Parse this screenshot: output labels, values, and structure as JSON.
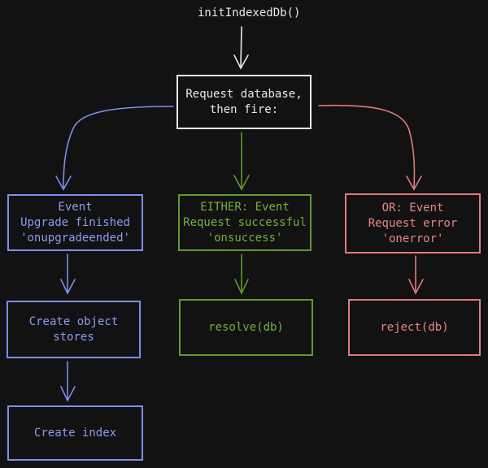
{
  "start_label": "initIndexedDb()",
  "nodes": {
    "request": {
      "line1": "Request database,",
      "line2": "then fire:"
    },
    "upgrade": {
      "line1": "Event",
      "line2": "Upgrade finished",
      "line3": "'onupgradeended'"
    },
    "success": {
      "line1": "EITHER: Event",
      "line2": "Request successful",
      "line3": "'onsuccess'"
    },
    "error": {
      "line1": "OR: Event",
      "line2": "Request error",
      "line3": "'onerror'"
    },
    "create_stores": {
      "line1": "Create object",
      "line2": "stores"
    },
    "resolve": {
      "text": "resolve(db)"
    },
    "reject": {
      "text": "reject(db)"
    },
    "create_index": {
      "text": "Create index"
    }
  },
  "colors": {
    "background": "#121212",
    "white": "#e8e8e8",
    "blue": "#7f8df0",
    "green": "#5e9a2c",
    "red": "#e07b7b"
  }
}
